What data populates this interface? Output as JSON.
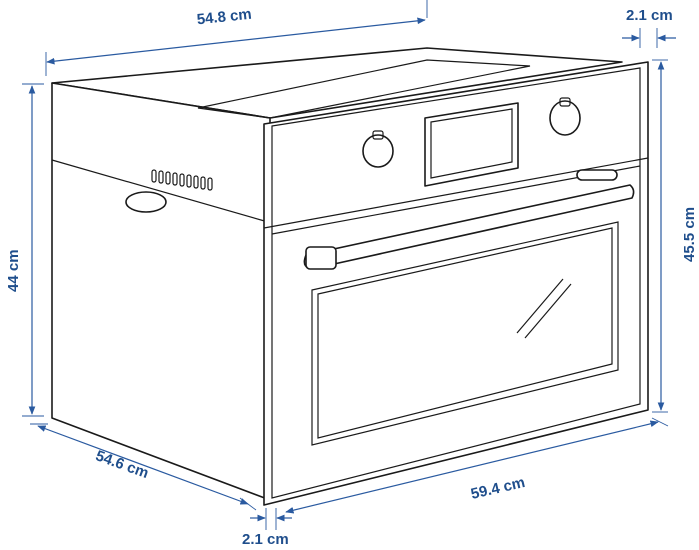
{
  "diagram": {
    "subject": "built-in oven with microwave",
    "colors": {
      "outline": "#1a1a1a",
      "dimension": "#2a5aa0",
      "label": "#1f4e8c"
    },
    "dimensions": {
      "top_depth": "54.8 cm",
      "front_thickness_top": "2.1 cm",
      "front_height": "45.5 cm",
      "body_height": "44 cm",
      "side_depth": "54.6 cm",
      "front_thickness_bottom": "2.1 cm",
      "front_width": "59.4 cm"
    }
  }
}
